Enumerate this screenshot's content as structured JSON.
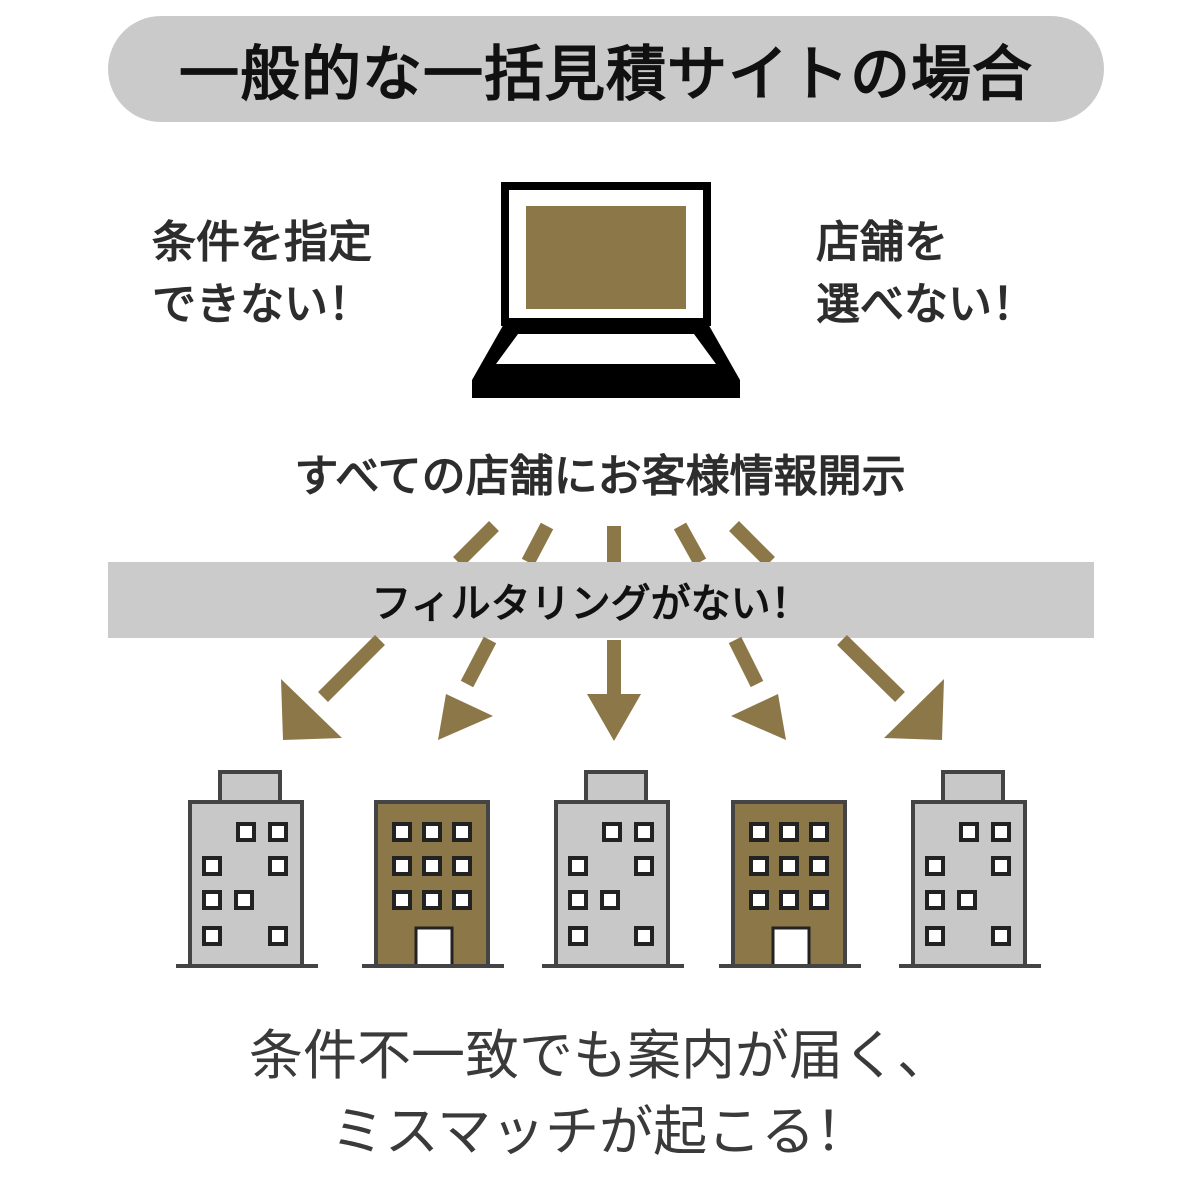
{
  "title": "一般的な一括見積サイトの場合",
  "left_note": {
    "line1": "条件を指定",
    "line2": "できない！"
  },
  "right_note": {
    "line1": "店舗を",
    "line2": "選べない！"
  },
  "center_note": "すべての店舗にお客様情報開示",
  "filter_note": "フィルタリングがない！",
  "bottom_note": {
    "line1": "条件不一致でも案内が届く、",
    "line2": "ミスマッチが起こる！"
  },
  "icons": [
    "laptop-icon",
    "building-icon"
  ],
  "colors": {
    "accent": "#8c7748",
    "gray_fill": "#cacaca",
    "outline": "#444444"
  },
  "buildings": [
    "gray",
    "brown",
    "gray",
    "brown",
    "gray"
  ]
}
